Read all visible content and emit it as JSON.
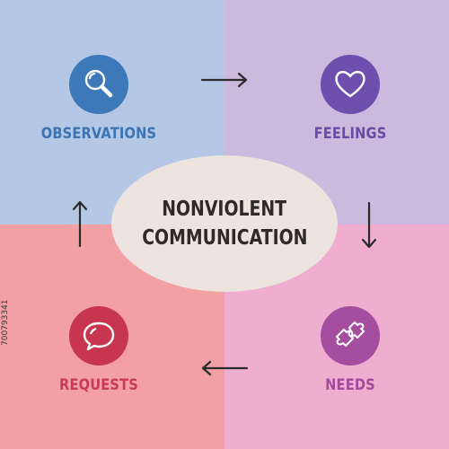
{
  "center": {
    "line1": "NONVIOLENT",
    "line2": "COMMUNICATION"
  },
  "steps": {
    "observations": {
      "label": "OBSERVATIONS",
      "icon": "magnifier-icon",
      "color": "#3b74b5",
      "circle": "#3d78b8"
    },
    "feelings": {
      "label": "FEELINGS",
      "icon": "heart-icon",
      "color": "#6a4aa8",
      "circle": "#6e4fae"
    },
    "needs": {
      "label": "NEEDS",
      "icon": "puzzle-icon",
      "color": "#a24a9c",
      "circle": "#a54d9e"
    },
    "requests": {
      "label": "REQUESTS",
      "icon": "speech-bubble-icon",
      "color": "#c83a55",
      "circle": "#c8354f"
    }
  },
  "colors": {
    "quadrant_top_left": "#b4c8e6",
    "quadrant_top_right": "#cbbadd",
    "quadrant_bottom_left": "#f2a0a4",
    "quadrant_bottom_right": "#efaecf",
    "center_oval": "#ede3df",
    "arrow": "#2b2b2b"
  },
  "stock_id": "700793341"
}
